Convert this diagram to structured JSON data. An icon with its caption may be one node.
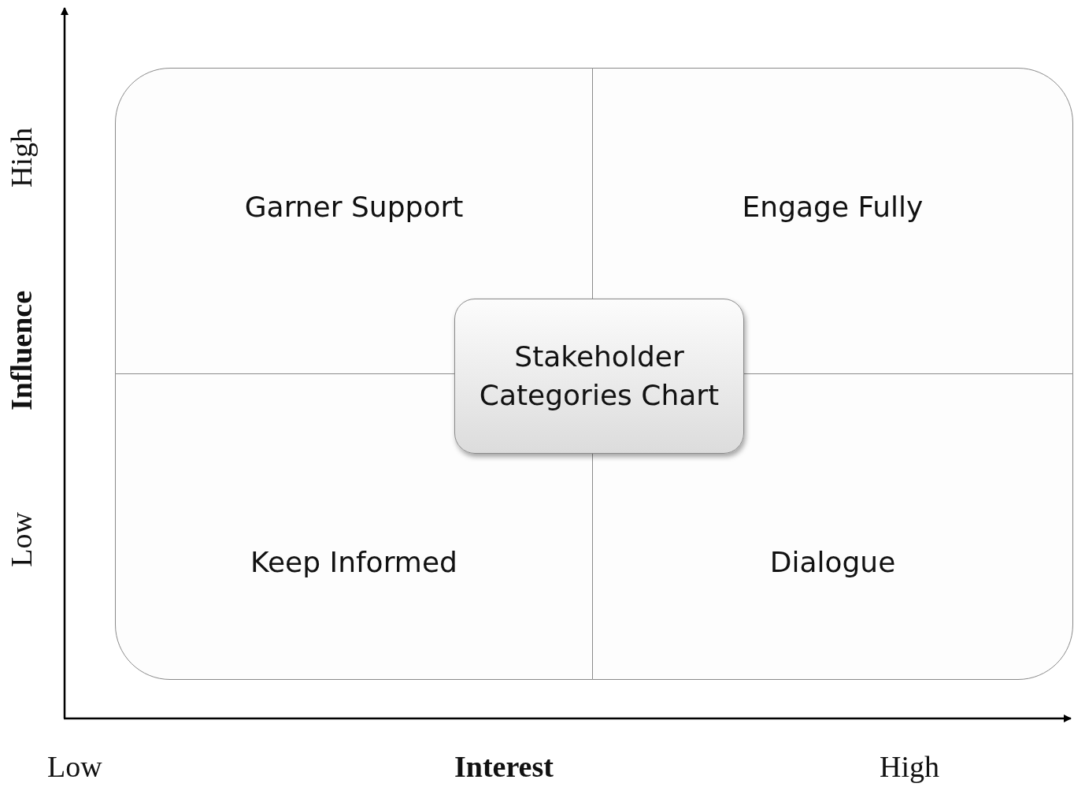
{
  "diagram": {
    "nodes": [
      {
        "text": [
          "Garner Support"
        ]
      },
      {
        "text": [
          "Engage Fully"
        ]
      },
      {
        "text": [
          "Keep Informed"
        ]
      },
      {
        "text": [
          "Dialogue"
        ]
      },
      {
        "text": [
          "Stakeholder Categories Chart"
        ]
      }
    ],
    "edges": [],
    "labels": [
      "High",
      "Influence",
      "Low",
      "Low",
      "Interest",
      "High"
    ]
  }
}
